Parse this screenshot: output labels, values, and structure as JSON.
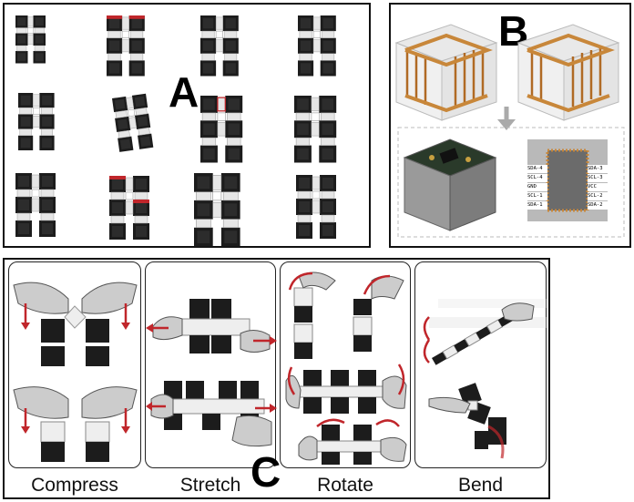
{
  "panels": {
    "a": {
      "label": "A"
    },
    "b": {
      "label": "B",
      "pcb_labels_left": [
        "SDA-4",
        "SCL-4",
        "GND",
        "SCL-1",
        "SDA-1"
      ],
      "pcb_labels_right": [
        "SDA-3",
        "SCL-3",
        "VCC",
        "SCL-2",
        "SDA-2"
      ]
    },
    "c": {
      "label": "C",
      "captions": {
        "compress": "Compress",
        "stretch": "Stretch",
        "rotate": "Rotate",
        "bend": "Bend"
      }
    }
  },
  "colors": {
    "block": "#1c1c1c",
    "arrow": "#c0262b",
    "hinge": "#e6e6e6",
    "wood": "#c8873a"
  }
}
